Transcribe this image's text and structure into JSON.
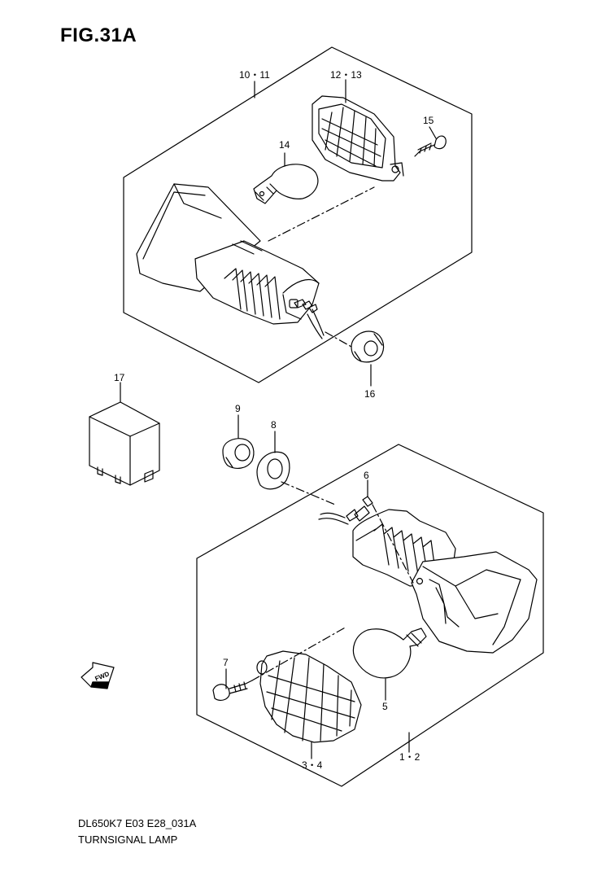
{
  "figure": {
    "title": "FIG.31A"
  },
  "callouts": {
    "p10_11": "10・11",
    "p12_13": "12・13",
    "p15": "15",
    "p14": "14",
    "p16": "16",
    "p17": "17",
    "p9": "9",
    "p8": "8",
    "p6": "6",
    "p7": "7",
    "p5": "5",
    "p3_4": "3・4",
    "p1_2": "1・2"
  },
  "direction_badge": "FWD",
  "footer": {
    "code": "DL650K7  E03  E28_031A",
    "caption": "TURNSIGNAL LAMP"
  },
  "colors": {
    "line": "#000000",
    "background": "#ffffff"
  }
}
